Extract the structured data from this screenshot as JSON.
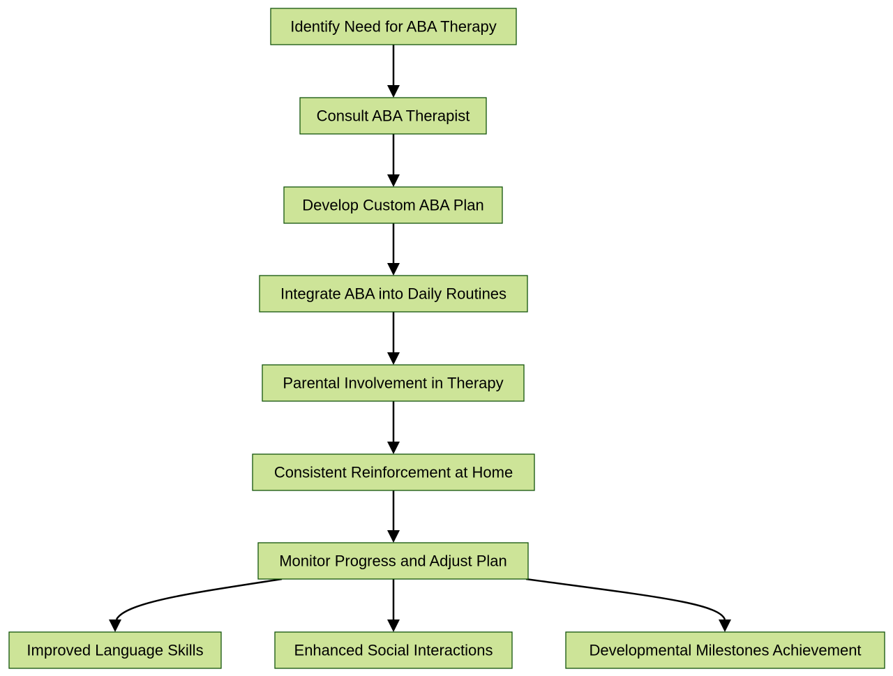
{
  "nodes": [
    {
      "id": "identify",
      "label": "Identify Need for ABA Therapy"
    },
    {
      "id": "consult",
      "label": "Consult ABA Therapist"
    },
    {
      "id": "develop",
      "label": "Develop Custom ABA Plan"
    },
    {
      "id": "integrate",
      "label": "Integrate ABA into Daily Routines"
    },
    {
      "id": "parental",
      "label": "Parental Involvement in Therapy"
    },
    {
      "id": "reinforce",
      "label": "Consistent Reinforcement at Home"
    },
    {
      "id": "monitor",
      "label": "Monitor Progress and Adjust Plan"
    },
    {
      "id": "language",
      "label": "Improved Language Skills"
    },
    {
      "id": "social",
      "label": "Enhanced Social Interactions"
    },
    {
      "id": "milestones",
      "label": "Developmental Milestones Achievement"
    }
  ],
  "edges": [
    {
      "from": "identify",
      "to": "consult"
    },
    {
      "from": "consult",
      "to": "develop"
    },
    {
      "from": "develop",
      "to": "integrate"
    },
    {
      "from": "integrate",
      "to": "parental"
    },
    {
      "from": "parental",
      "to": "reinforce"
    },
    {
      "from": "reinforce",
      "to": "monitor"
    },
    {
      "from": "monitor",
      "to": "language"
    },
    {
      "from": "monitor",
      "to": "social"
    },
    {
      "from": "monitor",
      "to": "milestones"
    }
  ],
  "colors": {
    "node_fill": "#cde498",
    "node_border": "#13540c",
    "edge": "#000000"
  }
}
